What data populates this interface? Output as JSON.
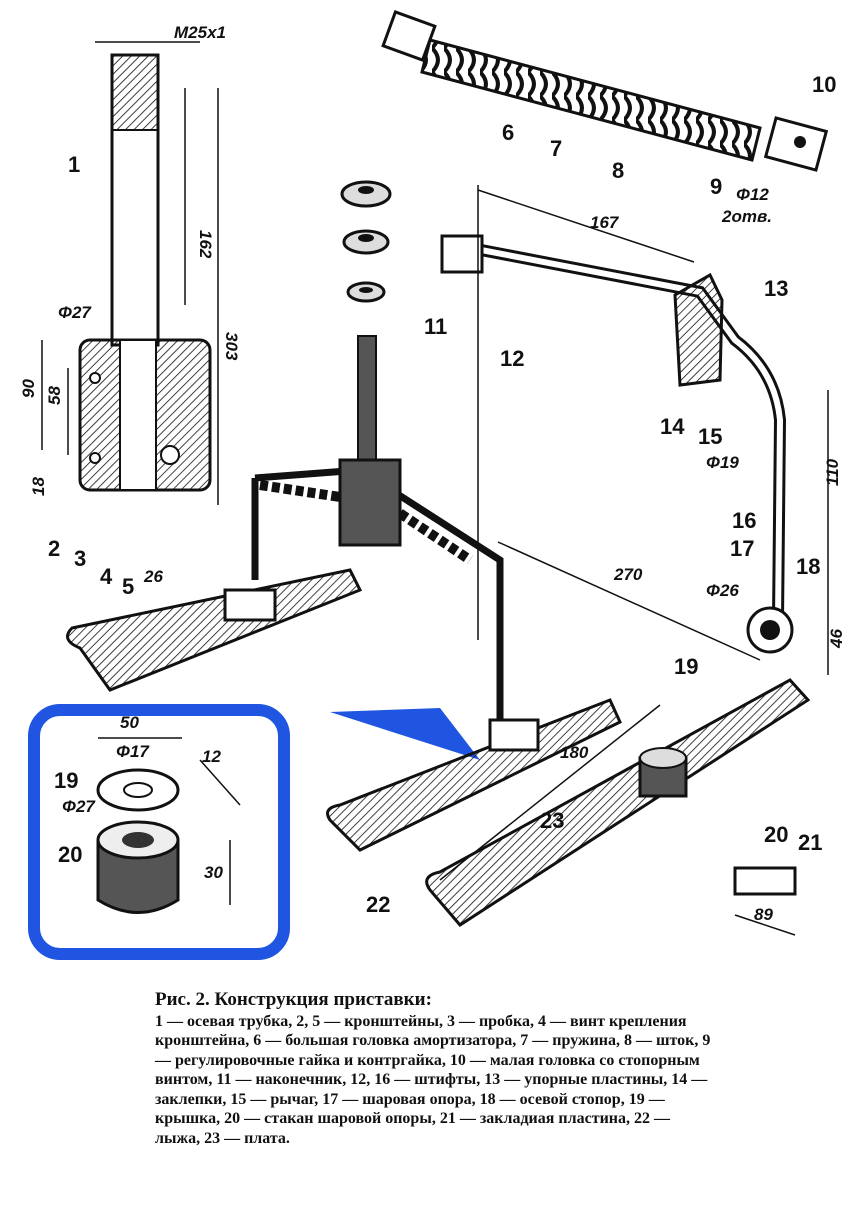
{
  "figure": {
    "caption_title": "Рис. 2. Конструкция приставки:",
    "caption_text": "1 — осевая трубка, 2, 5 — кронштейны, 3 — пробка, 4 — винт крепления кронштейна, 6 — большая головка амортизатора, 7 — пружина, 8 — шток, 9 — регулировочные гайка и контргайка, 10 — малая головка со стопорным винтом, 11 — наконечник, 12, 16 — штифты, 13 — упорные пластины, 14 — заклепки, 15 — рычаг, 17 — шаровая опора, 18 — осевой стопор, 19 — крышка, 20 — стакан шаровой опоры, 21 — закладиая пластина, 22 — лыжа, 23 — плата."
  },
  "dimensions": {
    "m25": "M25x1",
    "d162": "162",
    "d303": "303",
    "phi27": "Φ27",
    "d90": "90",
    "d58": "58",
    "d18": "18",
    "d26": "26",
    "d167": "167",
    "phi12": "Φ12",
    "holes": "2отв.",
    "phi19": "Φ19",
    "d110": "110",
    "d270": "270",
    "phi26": "Φ26",
    "d46": "46",
    "d180": "180",
    "d89": "89",
    "d50": "50",
    "phi17": "Φ17",
    "d12": "12",
    "phi27b": "Φ27",
    "d30": "30"
  },
  "part_labels": {
    "p1": "1",
    "p2": "2",
    "p3": "3",
    "p4": "4",
    "p5": "5",
    "p6": "6",
    "p7": "7",
    "p8": "8",
    "p9": "9",
    "p10": "10",
    "p11": "11",
    "p12": "12",
    "p13": "13",
    "p14": "14",
    "p15": "15",
    "p16": "16",
    "p17": "17",
    "p18": "18",
    "p19": "19",
    "p20": "20",
    "p21": "21",
    "p22": "22",
    "p23": "23",
    "p19b": "19",
    "p20b": "20"
  },
  "colors": {
    "inset_blue": "#1f55e0",
    "ink": "#111111"
  }
}
